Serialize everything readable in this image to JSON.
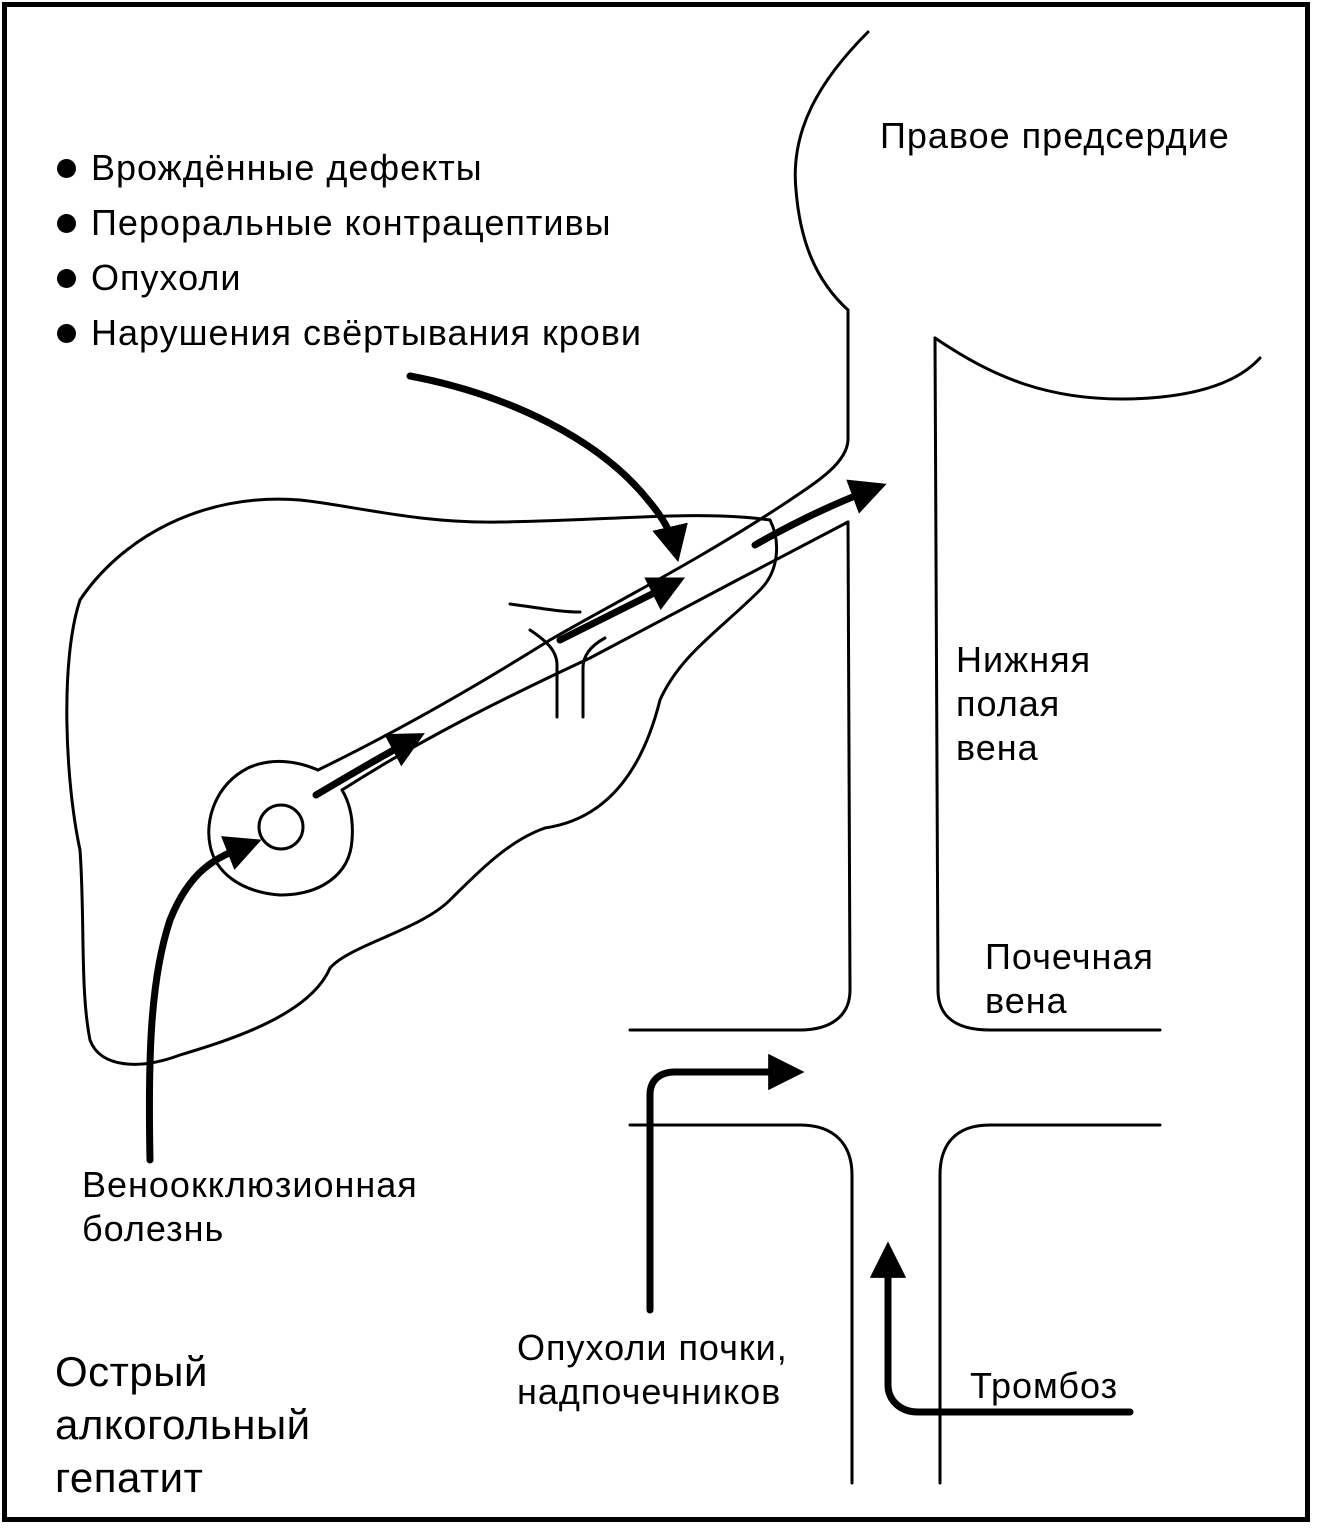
{
  "labels": {
    "right_atrium": "Правое предсердие",
    "ivc": [
      "Нижняя",
      "полая",
      "вена"
    ],
    "renal_vein": [
      "Почечная",
      "вена"
    ],
    "vod": [
      "Веноокклюзионная",
      "болезнь"
    ],
    "alcoholic_hepatitis": [
      "Острый",
      "алкогольный",
      "гепатит"
    ],
    "renal_tumors": [
      "Опухоли почки,",
      "надпочечников"
    ],
    "thrombosis": "Тромбоз"
  },
  "causes": [
    "Врождённые дефекты",
    "Пероральные контрацептивы",
    "Опухоли",
    "Нарушения свёртывания крови"
  ]
}
